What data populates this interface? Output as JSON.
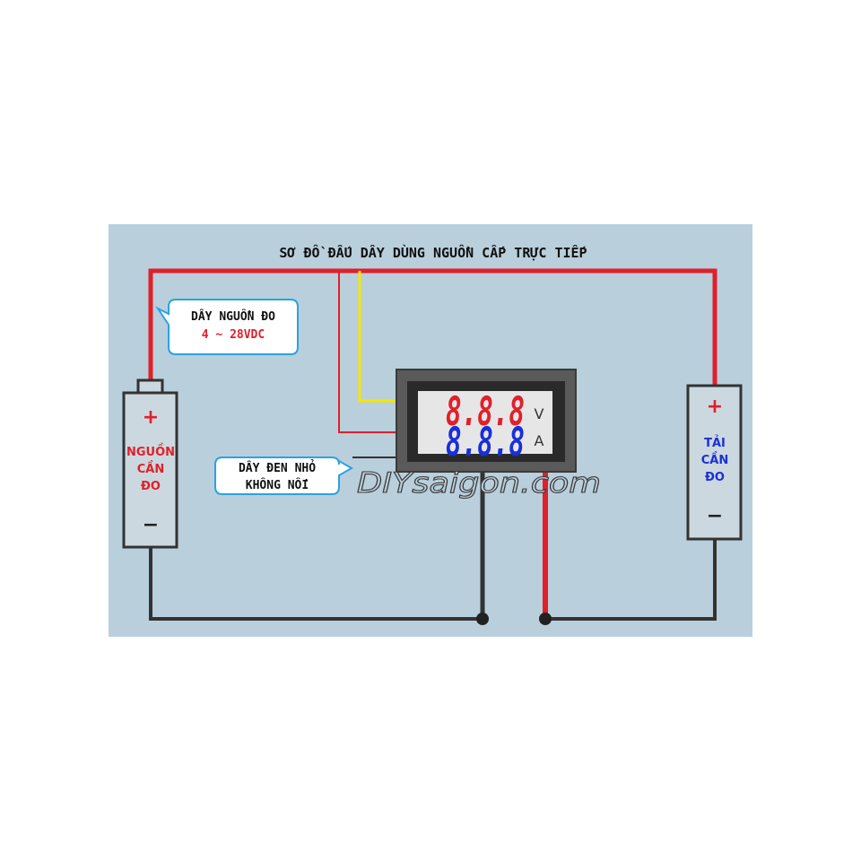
{
  "title": "SƠ ĐỒ ĐẤU DÂY DÙNG NGUỒN CẤP TRỰC TIẾP",
  "callout_power": {
    "line1": "DÂY NGUỒN ĐO",
    "line2": "4 ~ 28VDC"
  },
  "callout_black": {
    "line1": "DÂY ĐEN NHỎ",
    "line2": "KHÔNG NỐI"
  },
  "source": {
    "plus": "+",
    "minus": "−",
    "line1": "NGUỒN",
    "line2": "CẦN",
    "line3": "ĐO"
  },
  "load": {
    "plus": "+",
    "minus": "−",
    "line1": "TẢI",
    "line2": "CẦN",
    "line3": "ĐO"
  },
  "meter": {
    "voltage_digits": "8.8.8",
    "voltage_unit": "V",
    "current_digits": "8.8.8",
    "current_unit": "A"
  },
  "watermark": "DIYsaigon.com",
  "colors": {
    "background": "#b9cfdc",
    "wire_red": "#e0202a",
    "wire_black": "#333333",
    "wire_yellow": "#f5e600",
    "callout_border": "#2aa3e0",
    "digits_red": "#e0202a",
    "digits_blue": "#1a2fd6"
  }
}
